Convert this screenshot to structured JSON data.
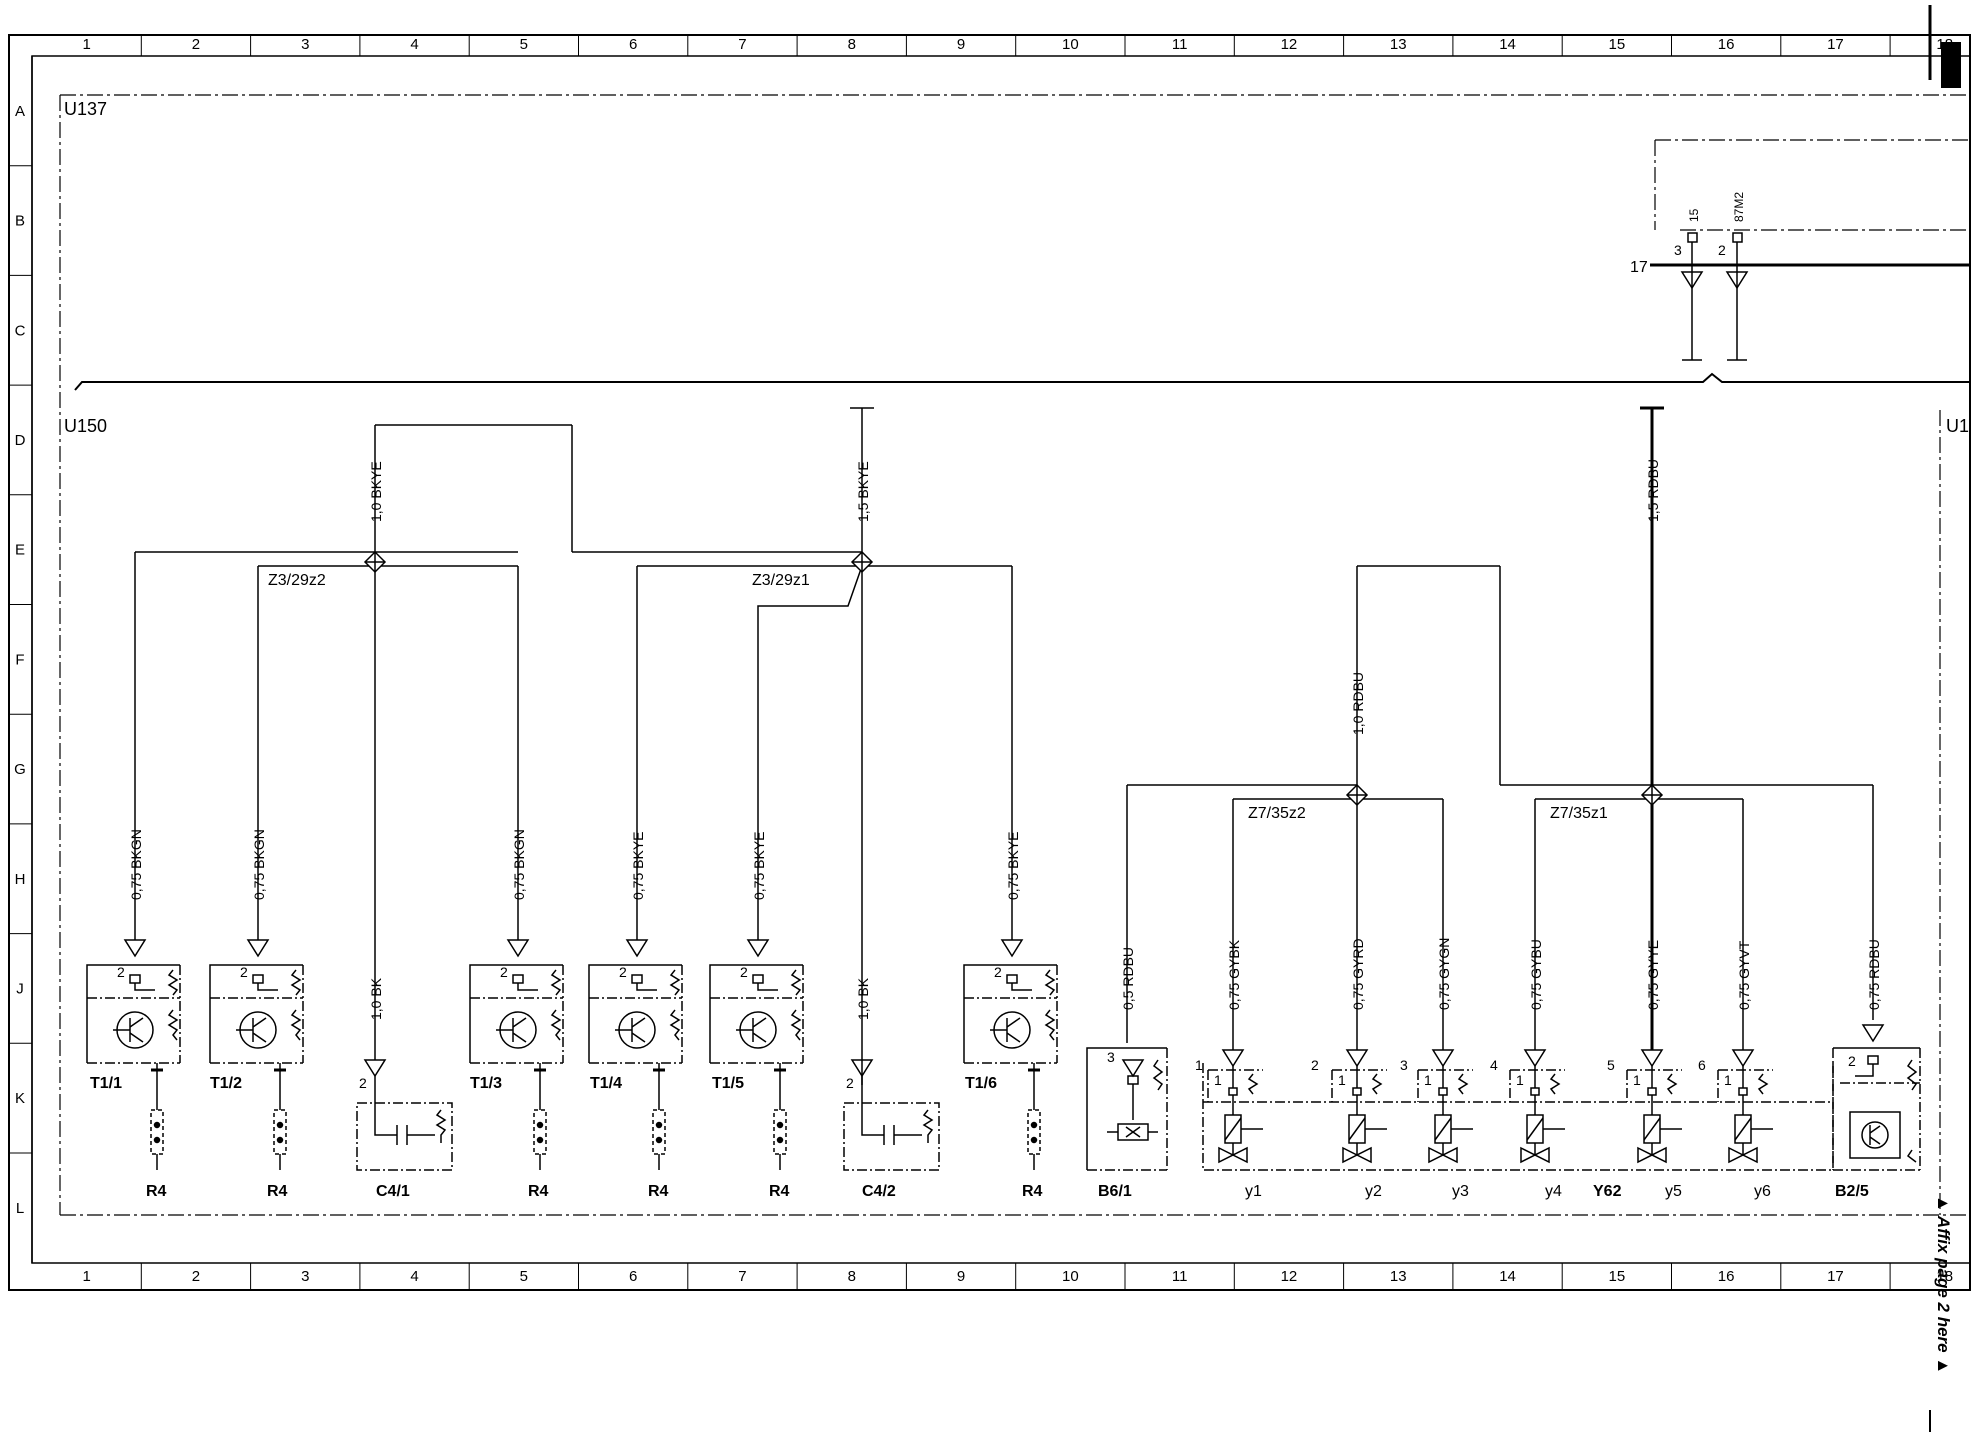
{
  "frame": {
    "columns": [
      "1",
      "2",
      "3",
      "4",
      "5",
      "6",
      "7",
      "8",
      "9",
      "10",
      "11",
      "12",
      "13",
      "14",
      "15",
      "16",
      "17",
      "18"
    ],
    "rows": [
      "A",
      "B",
      "C",
      "D",
      "E",
      "F",
      "G",
      "H",
      "J",
      "K",
      "L"
    ]
  },
  "regions": {
    "u137": "U137",
    "u150": "U150",
    "u1": "U1"
  },
  "connector": {
    "ref": "17",
    "pin3": "3",
    "pin2": "2",
    "sig15": "15",
    "sig87m2": "87M2"
  },
  "splices": {
    "z3_29z2": "Z3/29z2",
    "z3_29z1": "Z3/29z1",
    "z7_35z2": "Z7/35z2",
    "z7_35z1": "Z7/35z1"
  },
  "wires": {
    "bkye_1_0": "1,0 BKYE",
    "bkye_1_5": "1,5 BKYE",
    "rdbu_1_5": "1,5 RDBU",
    "rdbu_1_0": "1,0 RDBU",
    "bkgn_1": "0,75 BKGN",
    "bkgn_2": "0,75 BKGN",
    "bkgn_3": "0,75 BKGN",
    "bkye_a": "0,75 BKYE",
    "bkye_b": "0,75 BKYE",
    "bkye_c": "0,75 BKYE",
    "bk_1": "1,0 BK",
    "bk_2": "1,0 BK",
    "rdbu_b6": "0,5 RDBU",
    "gybk": "0,75 GYBK",
    "gyrd": "0,75 GYRD",
    "gygn": "0,75 GYGN",
    "gybu": "0,75 GYBU",
    "gyye": "0,75 GYYE",
    "gyvt": "0,75 GYVT",
    "rdbu_b2": "0,75 RDBU"
  },
  "components": {
    "t1_1": "T1/1",
    "t1_2": "T1/2",
    "t1_3": "T1/3",
    "t1_4": "T1/4",
    "t1_5": "T1/5",
    "t1_6": "T1/6",
    "c4_1": "C4/1",
    "c4_2": "C4/2",
    "r4": "R4",
    "b6_1": "B6/1",
    "b2_5": "B2/5",
    "y62": "Y62",
    "y1": "y1",
    "y2": "y2",
    "y3": "y3",
    "y4": "y4",
    "y5": "y5",
    "y6": "y6"
  },
  "pins": {
    "p1": "1",
    "p2": "2",
    "p3": "3",
    "p4": "4",
    "p5": "5",
    "p6": "6"
  },
  "note": "▲ Affix page 2 here ▲"
}
